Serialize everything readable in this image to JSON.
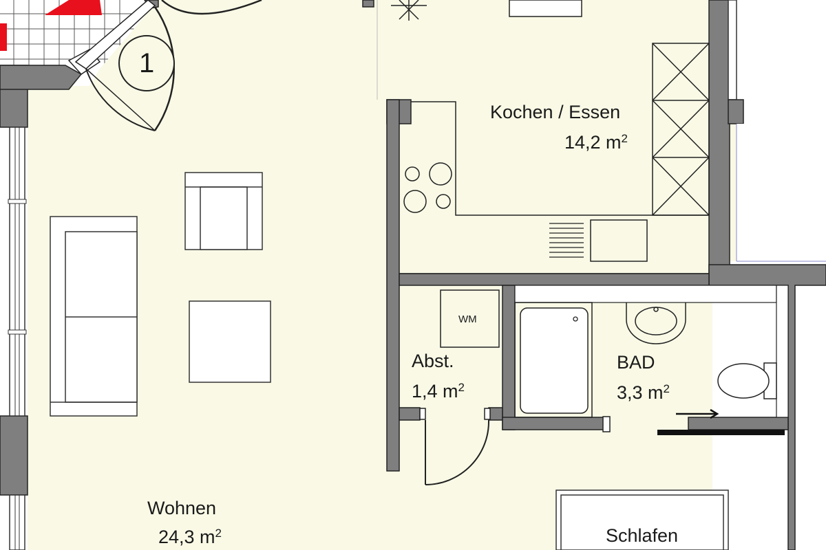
{
  "floorplan": {
    "entry_marker": "1",
    "rooms": {
      "kitchen": {
        "name": "Kochen / Essen",
        "area_value": "14,2 m",
        "area_unit_sup": "2"
      },
      "storage": {
        "name": "Abst.",
        "area_value": "1,4 m",
        "area_unit_sup": "2",
        "appliance_label": "WM"
      },
      "bath": {
        "name": "BAD",
        "area_value": "3,3 m",
        "area_unit_sup": "2"
      },
      "living": {
        "name": "Wohnen",
        "area_value": "24,3 m",
        "area_unit_sup": "2"
      },
      "bedroom": {
        "name": "Schlafen"
      }
    },
    "colors": {
      "floor": "#f9f9e6",
      "wall": "#7f7f7f",
      "wall_outline": "#222222",
      "tile": "#ffffff",
      "tile_grid": "#555555",
      "accent_red": "#e8101c",
      "outside": "#ffffff"
    }
  }
}
